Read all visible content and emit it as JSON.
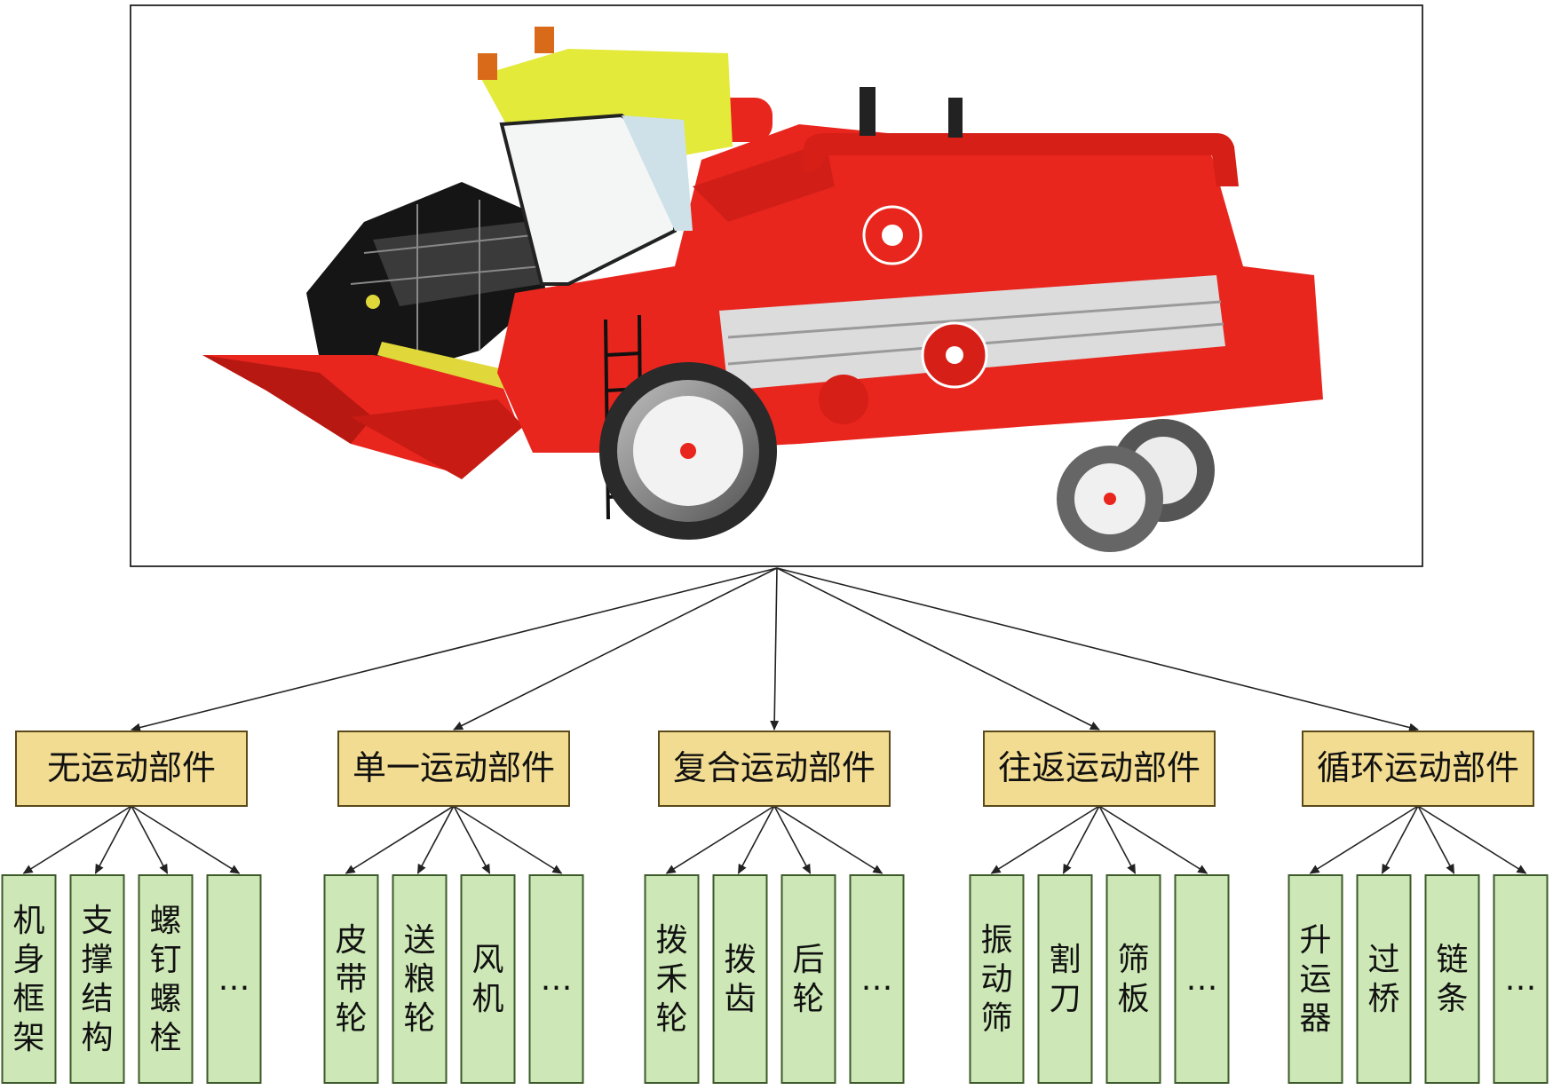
{
  "root": {
    "name": "combine-harvester-illustration"
  },
  "categories": [
    {
      "label": "无运动部件",
      "children": [
        "机身框架",
        "支撑结构",
        "螺钉螺栓",
        "…"
      ]
    },
    {
      "label": "单一运动部件",
      "children": [
        "皮带轮",
        "送粮轮",
        "风机",
        "…"
      ]
    },
    {
      "label": "复合运动部件",
      "children": [
        "拨禾轮",
        "拨齿",
        "后轮",
        "…"
      ]
    },
    {
      "label": "往返运动部件",
      "children": [
        "振动筛",
        "割刀",
        "筛板",
        "…"
      ]
    },
    {
      "label": "循环运动部件",
      "children": [
        "升运器",
        "过桥",
        "链条",
        "…"
      ]
    }
  ],
  "colors": {
    "category_fill": "#f2dc91",
    "leaf_fill": "#cde8b6",
    "harvester_body": "#e8261e",
    "cab": "#e3ea3a",
    "header": "#111111"
  }
}
